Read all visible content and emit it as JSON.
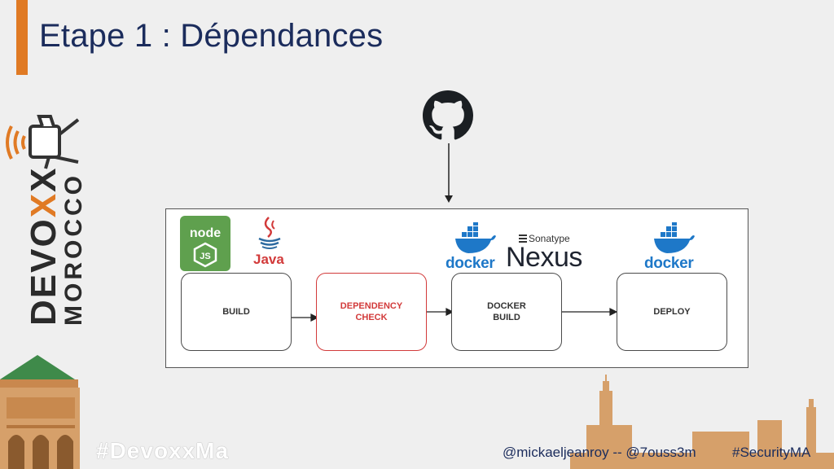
{
  "slide": {
    "title": "Etape 1 : Dépendances"
  },
  "branding": {
    "hashtag": "#DevoxxMa",
    "logo_name": "DEVOXX MOROCCO",
    "accent_color": "#e07a24"
  },
  "footer": {
    "handles": "@mickaeljeanroy -- @7ouss3m",
    "tag": "#SecurityMA"
  },
  "diagram": {
    "source_icon": "github-icon",
    "logos": {
      "docker_text": "docker",
      "nexus_text": "Nexus",
      "sonatype_text": "Sonatype",
      "java_text": "Java"
    },
    "stages": [
      {
        "label": "BUILD",
        "highlight": false
      },
      {
        "label": "DEPENDENCY CHECK",
        "highlight": true
      },
      {
        "label": "DOCKER BUILD",
        "highlight": false
      },
      {
        "label": "DEPLOY",
        "highlight": false
      }
    ],
    "highlight_color": "#d23a3a"
  }
}
